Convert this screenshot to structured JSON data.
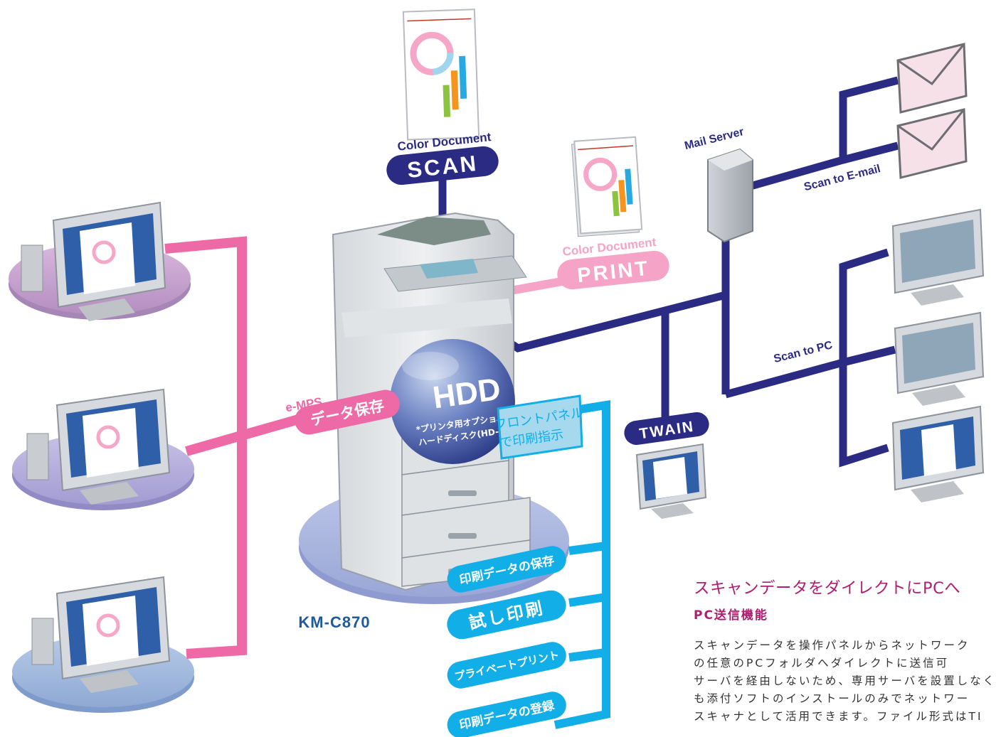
{
  "labels": {
    "scan_caption": "Color Document",
    "scan": "SCAN",
    "print_caption": "Color Document",
    "print": "PRINT",
    "mail_server": "Mail Server",
    "scan_to_email": "Scan to E-mail",
    "scan_to_pc": "Scan to PC",
    "twain": "TWAIN",
    "emps": "e-MPS",
    "data_save": "データ保存",
    "hdd": "HDD",
    "hdd_note_1": "*プリンタ用オプション",
    "hdd_note_2": "ハードディスク(HD-4)",
    "front_panel_1": "フロントパネル",
    "front_panel_2": "で印刷指示",
    "model": "KM-C870"
  },
  "functions": [
    "印刷データの保存",
    "試し印刷",
    "プライベートプリント",
    "印刷データの登録"
  ],
  "description": {
    "heading": "スキャンデータをダイレクトにPCへ",
    "subheading": "PC送信機能",
    "lines": [
      "スキャンデータを操作パネルからネットワーク",
      "の任意のPCフォルダへダイレクトに送信可",
      "サーバを経由しないため、専用サーバを設置しなく",
      "も添付ソフトのインストールのみでネットワー",
      "スキャナとして活用できます。ファイル形式はTI"
    ]
  },
  "colors": {
    "navy": "#2b2b83",
    "pink": "#ee6aa7",
    "light_pink": "#f5a3c7",
    "cyan": "#12aee8",
    "heading": "#b01e70",
    "model": "#1f5a9a"
  }
}
